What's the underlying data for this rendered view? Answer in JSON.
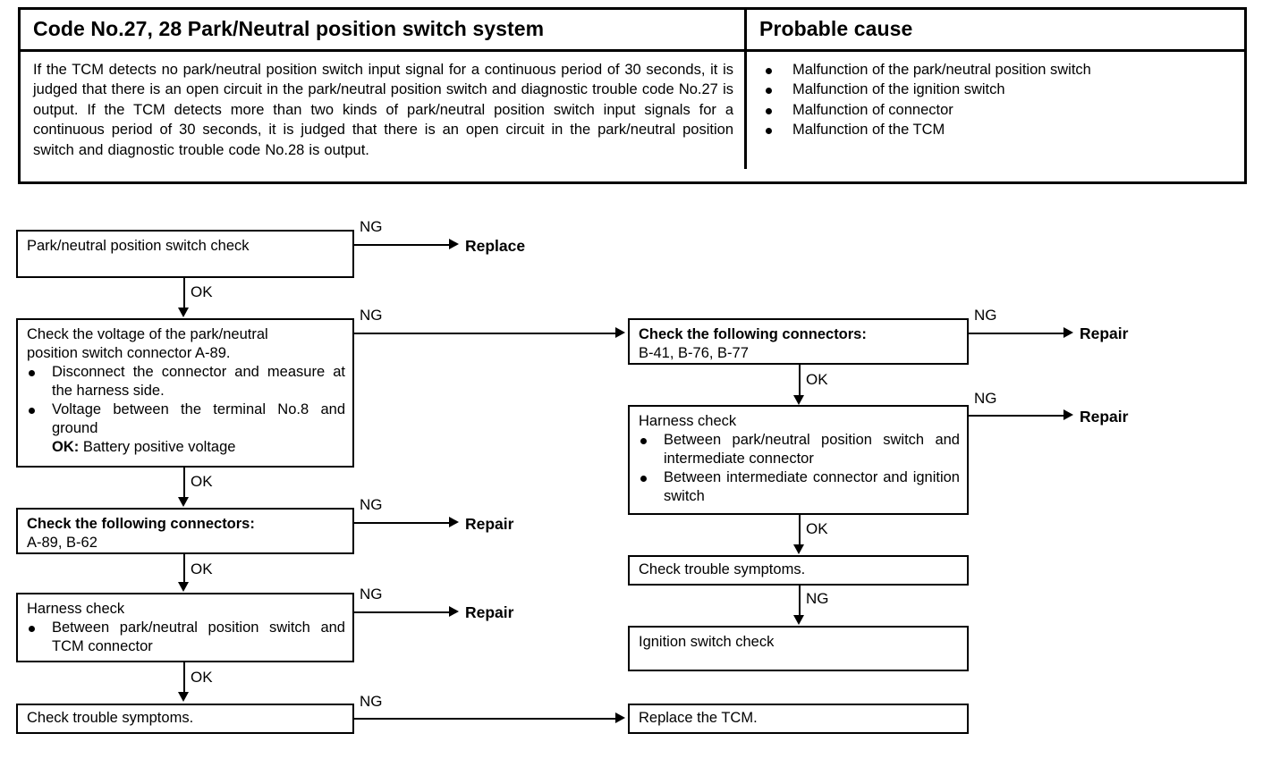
{
  "header": {
    "left_title": "Code No.27, 28 Park/Neutral position switch system",
    "right_title": "Probable cause",
    "description": "If the TCM detects no park/neutral position switch input signal for a continuous period of 30 seconds, it is judged that there is an open circuit in the park/neutral position switch and diagnostic trouble code No.27 is output. If the TCM detects more than two kinds of park/neutral position switch input signals for a continuous period of 30 seconds, it is judged that there is an open circuit in the park/neutral position switch and diagnostic trouble code No.28 is output.",
    "causes": [
      "Malfunction of the park/neutral position switch",
      "Malfunction of the ignition switch",
      "Malfunction of connector",
      "Malfunction of the TCM"
    ]
  },
  "flow": {
    "labels": {
      "ok": "OK",
      "ng": "NG"
    },
    "left": {
      "box1": {
        "title": "Park/neutral position switch check"
      },
      "box2": {
        "title_line1": "Check the voltage of the park/neutral",
        "title_line2": "position switch connector A-89.",
        "bullets": [
          "Disconnect the connector and measure at the harness side.",
          "Voltage between the terminal No.8 and ground"
        ],
        "ok_label": "OK:",
        "ok_value": "Battery positive voltage"
      },
      "box3": {
        "title": "Check the following connectors:",
        "sub": "A-89, B-62"
      },
      "box4": {
        "title": "Harness check",
        "bullets": [
          "Between park/neutral position switch and TCM connector"
        ]
      },
      "box5": {
        "title": "Check trouble symptoms."
      },
      "terminals": {
        "replace": "Replace",
        "repair1": "Repair",
        "repair2": "Repair"
      }
    },
    "right": {
      "box1": {
        "title": "Check the following connectors:",
        "sub": "B-41, B-76, B-77"
      },
      "box2": {
        "title": "Harness check",
        "bullets": [
          "Between park/neutral position switch and intermediate connector",
          "Between intermediate connector and ignition switch"
        ]
      },
      "box3": {
        "title": "Check trouble symptoms."
      },
      "box4": {
        "title": "Ignition switch check"
      },
      "box5": {
        "title": "Replace the TCM."
      },
      "terminals": {
        "repair1": "Repair",
        "repair2": "Repair"
      }
    }
  }
}
